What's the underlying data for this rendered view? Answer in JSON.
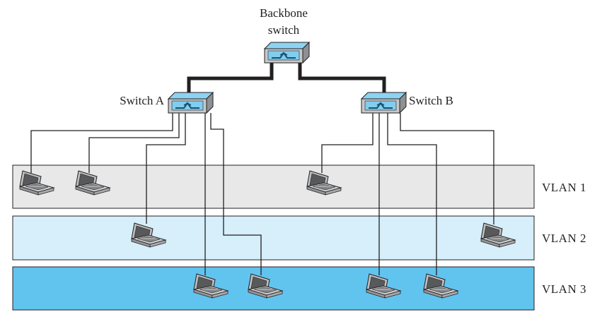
{
  "backbone": {
    "label_line1": "Backbone",
    "label_line2": "switch"
  },
  "switch_a": {
    "label": "Switch A"
  },
  "switch_b": {
    "label": "Switch B"
  },
  "vlans": [
    {
      "label": "VLAN 1",
      "color": "#e8e8e8"
    },
    {
      "label": "VLAN 2",
      "color": "#d6effb"
    },
    {
      "label": "VLAN 3",
      "color": "#61c4ef"
    }
  ],
  "icons": {
    "switch": "network-switch-icon",
    "computer": "laptop-icon"
  },
  "colors": {
    "switch_top": "#8dd3f2",
    "switch_body": "#c7c8ca",
    "line": "#231f20"
  }
}
